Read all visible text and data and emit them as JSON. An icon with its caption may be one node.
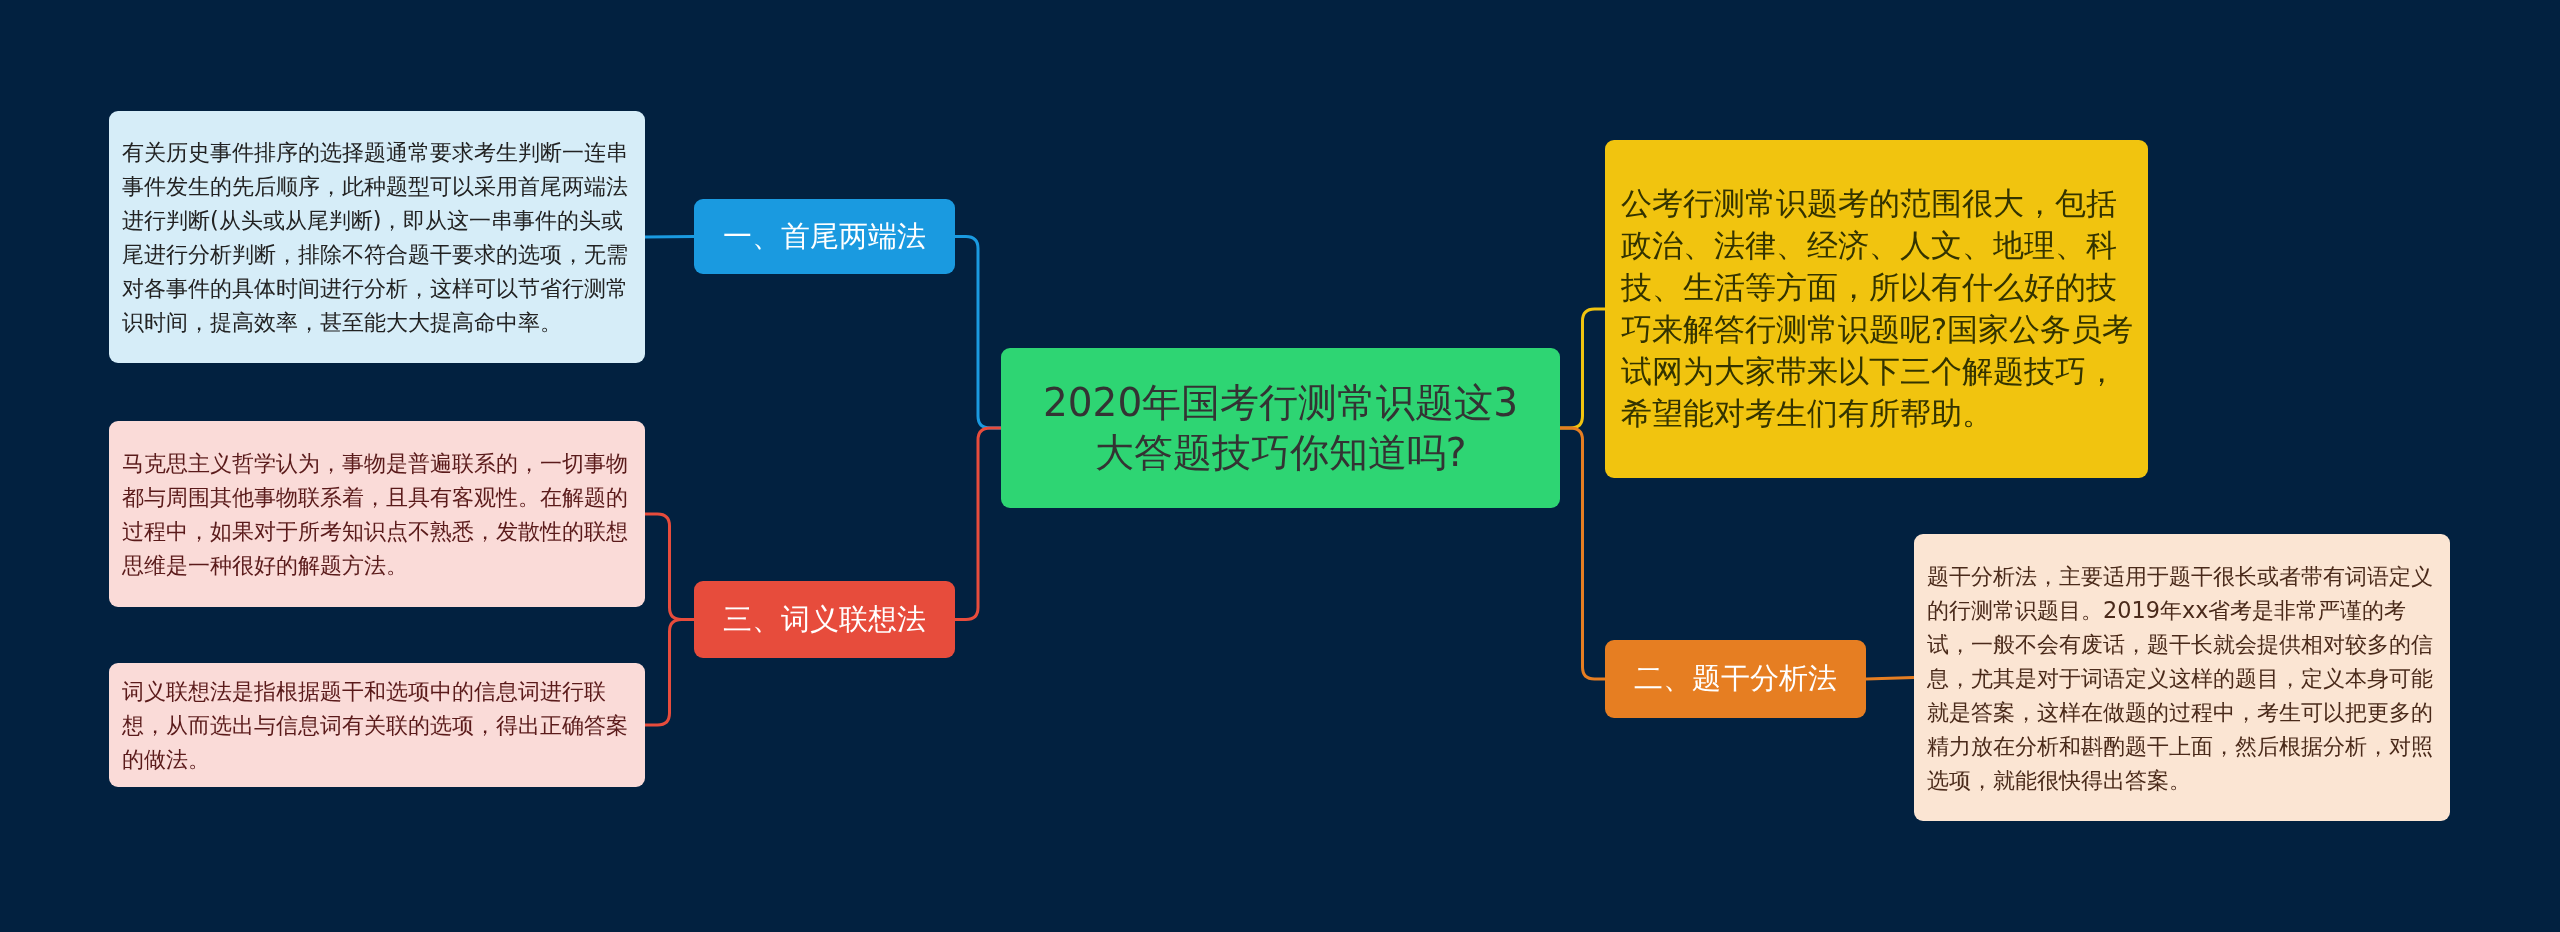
{
  "diagram": {
    "nodes": [
      {
        "text": [
          "2020年国考行测常识题这3大答题技巧你知道吗?"
        ]
      },
      {
        "text": [
          "一、首尾两端法"
        ]
      },
      {
        "text": [
          "有关历史事件排序的选择题通常要求考生判断一连串事件发生的先后顺序，此种题型可以采用首尾两端法进行判断(从头或从尾判断)，即从这一串事件的头或尾进行分析判断，排除不符合题干要求的选项，无需对各事件的具体时间进行分析，这样可以节省行测常识时间，提高效率，甚至能大大提高命中率。"
        ]
      },
      {
        "text": [
          "三、词义联想法"
        ]
      },
      {
        "text": [
          "马克思主义哲学认为，事物是普遍联系的，一切事物都与周围其他事物联系着，且具有客观性。在解题的过程中，如果对于所考知识点不熟悉，发散性的联想思维是一种很好的解题方法。"
        ]
      },
      {
        "text": [
          "词义联想法是指根据题干和选项中的信息词进行联想，从而选出与信息词有关联的选项，得出正确答案的做法。"
        ]
      },
      {
        "text": [
          "公考行测常识题考的范围很大，包括政治、法律、经济、人文、地理、科技、生活等方面，所以有什么好的技巧来解答行测常识题呢?国家公务员考试网为大家带来以下三个解题技巧，希望能对考生们有所帮助。"
        ]
      },
      {
        "text": [
          "二、题干分析法"
        ]
      },
      {
        "text": [
          "题干分析法，主要适用于题干很长或者带有词语定义的行测常识题目。2019年xx省考是非常严谨的考试，一般不会有废话，题干长就会提供相对较多的信息，尤其是对于词语定义这样的题目，定义本身可能就是答案，这样在做题的过程中，考生可以把更多的精力放在分析和斟酌题干上面，然后根据分析，对照选项，就能很快得出答案。"
        ]
      }
    ],
    "edges": [
      {
        "from": 0,
        "to": 1,
        "arrow": "none",
        "color": "#1a9ae0"
      },
      {
        "from": 1,
        "to": 2,
        "arrow": "none",
        "color": "#1a9ae0"
      },
      {
        "from": 0,
        "to": 3,
        "arrow": "none",
        "color": "#e74c3c"
      },
      {
        "from": 3,
        "to": 4,
        "arrow": "none",
        "color": "#e74c3c"
      },
      {
        "from": 3,
        "to": 5,
        "arrow": "none",
        "color": "#e74c3c"
      },
      {
        "from": 0,
        "to": 6,
        "arrow": "none",
        "color": "#f1c40f"
      },
      {
        "from": 0,
        "to": 7,
        "arrow": "none",
        "color": "#e67e22"
      },
      {
        "from": 7,
        "to": 8,
        "arrow": "none",
        "color": "#e67e22"
      }
    ]
  }
}
